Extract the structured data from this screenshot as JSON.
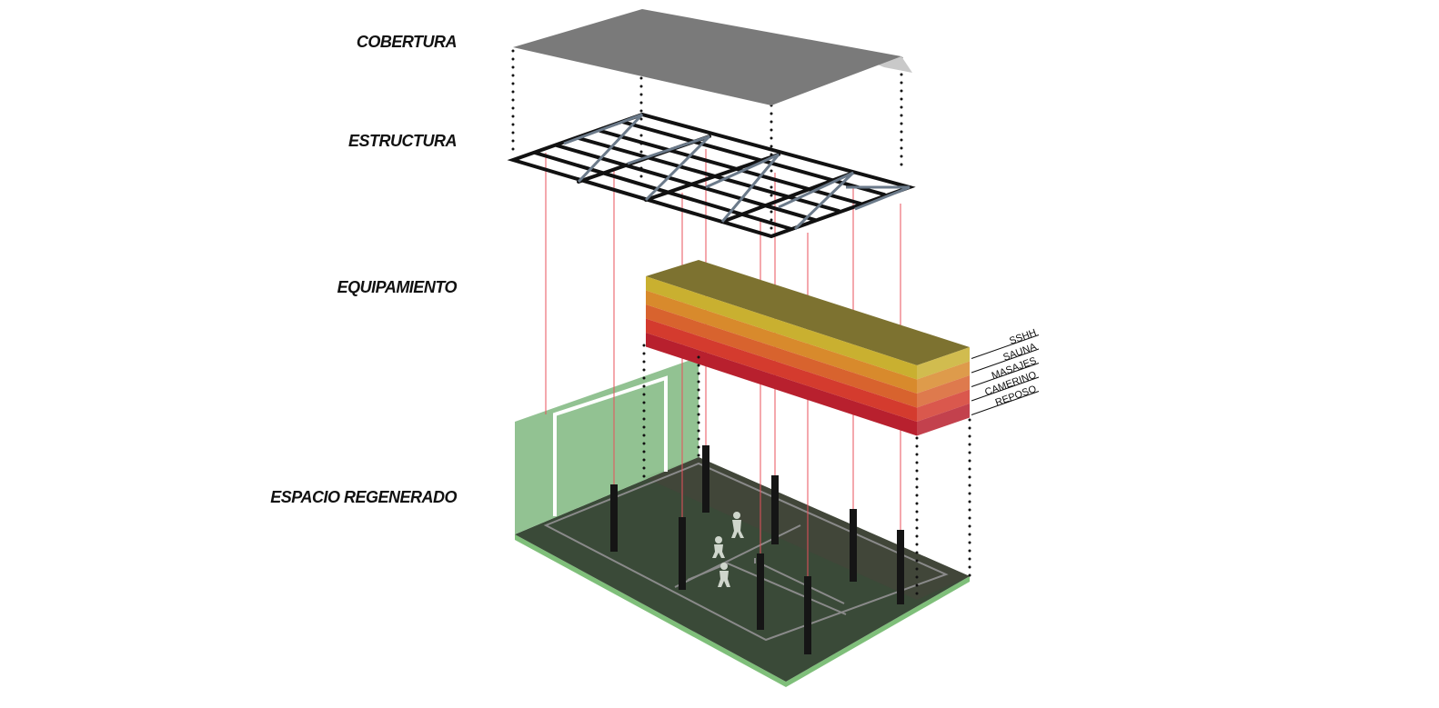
{
  "layers": {
    "cobertura": "COBERTURA",
    "estructura": "ESTRUCTURA",
    "equipamiento": "EQUIPAMIENTO",
    "espacio": "ESPACIO REGENERADO"
  },
  "equipment_bands": [
    {
      "label": "SSHH",
      "color": "#c9b030"
    },
    {
      "label": "SAUNA",
      "color": "#d88a2c"
    },
    {
      "label": "MASAJES",
      "color": "#d8632e"
    },
    {
      "label": "CAMERINO",
      "color": "#d43b2e"
    },
    {
      "label": "REPOSO",
      "color": "#b8202e"
    }
  ],
  "colors": {
    "roof": "#7a7a7a",
    "roof_edge": "#c9c9c9",
    "floor": "#3a4a38",
    "floor_edge": "#7fbf7a",
    "wall": "#8cbf8c",
    "column": "#151515",
    "equipment_top": "#7d7230"
  }
}
